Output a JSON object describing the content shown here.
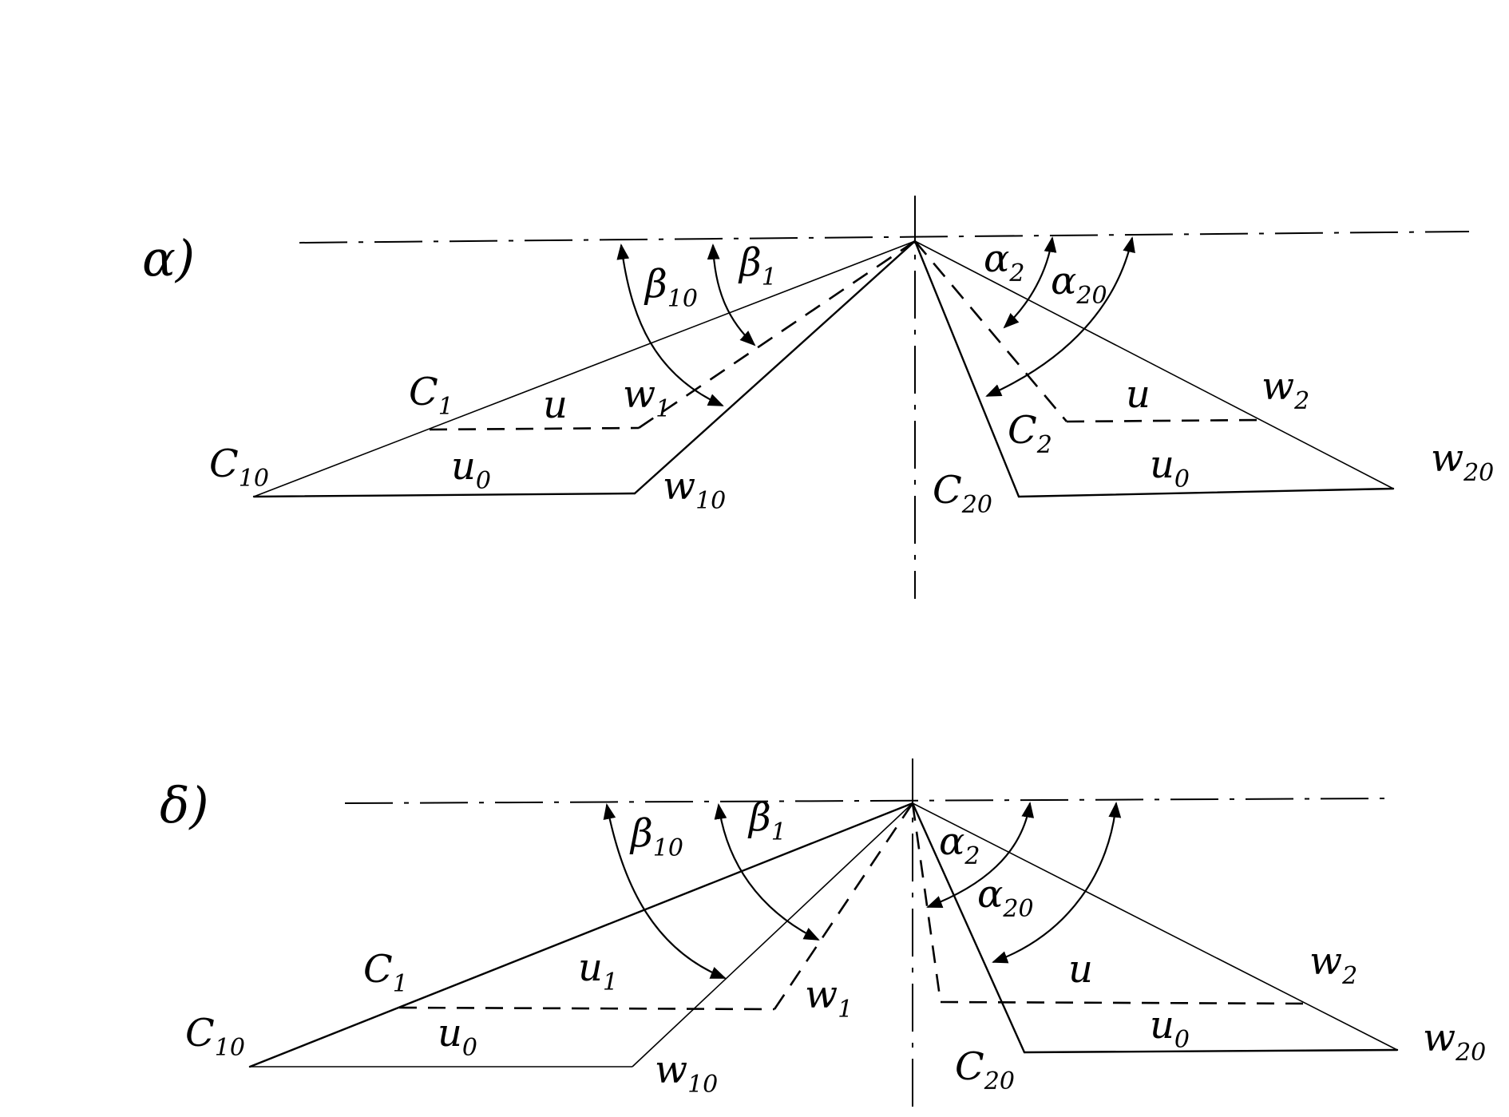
{
  "panels": [
    {
      "id": "a",
      "label": "α)",
      "symbols": {
        "c10": {
          "main": "C",
          "sub": "10"
        },
        "c1": {
          "main": "C",
          "sub": "1"
        },
        "u_top": {
          "main": "u",
          "sub": ""
        },
        "u0_left": {
          "main": "u",
          "sub": "0"
        },
        "w1": {
          "main": "w",
          "sub": "1"
        },
        "w10": {
          "main": "w",
          "sub": "10"
        },
        "beta10": {
          "main": "β",
          "sub": "10"
        },
        "beta1": {
          "main": "β",
          "sub": "1"
        },
        "alpha2": {
          "main": "α",
          "sub": "2"
        },
        "alpha20": {
          "main": "α",
          "sub": "20"
        },
        "u_right": {
          "main": "u",
          "sub": ""
        },
        "w2": {
          "main": "w",
          "sub": "2"
        },
        "c2": {
          "main": "C",
          "sub": "2"
        },
        "u0_right": {
          "main": "u",
          "sub": "0"
        },
        "c20": {
          "main": "C",
          "sub": "20"
        },
        "w20": {
          "main": "w",
          "sub": "20"
        }
      }
    },
    {
      "id": "b",
      "label": "δ)",
      "symbols": {
        "c10": {
          "main": "C",
          "sub": "10"
        },
        "c1": {
          "main": "C",
          "sub": "1"
        },
        "u_top": {
          "main": "u",
          "sub": "1"
        },
        "u0_left": {
          "main": "u",
          "sub": "0"
        },
        "w1": {
          "main": "w",
          "sub": "1"
        },
        "w10": {
          "main": "w",
          "sub": "10"
        },
        "beta10": {
          "main": "β",
          "sub": "10"
        },
        "beta1": {
          "main": "β",
          "sub": "1"
        },
        "alpha2": {
          "main": "α",
          "sub": "2"
        },
        "alpha20": {
          "main": "α",
          "sub": "20"
        },
        "u_right": {
          "main": "u",
          "sub": ""
        },
        "w2": {
          "main": "w",
          "sub": "2"
        },
        "u0_right": {
          "main": "u",
          "sub": "0"
        },
        "c20": {
          "main": "C",
          "sub": "20"
        },
        "w20": {
          "main": "w",
          "sub": "20"
        }
      }
    }
  ]
}
